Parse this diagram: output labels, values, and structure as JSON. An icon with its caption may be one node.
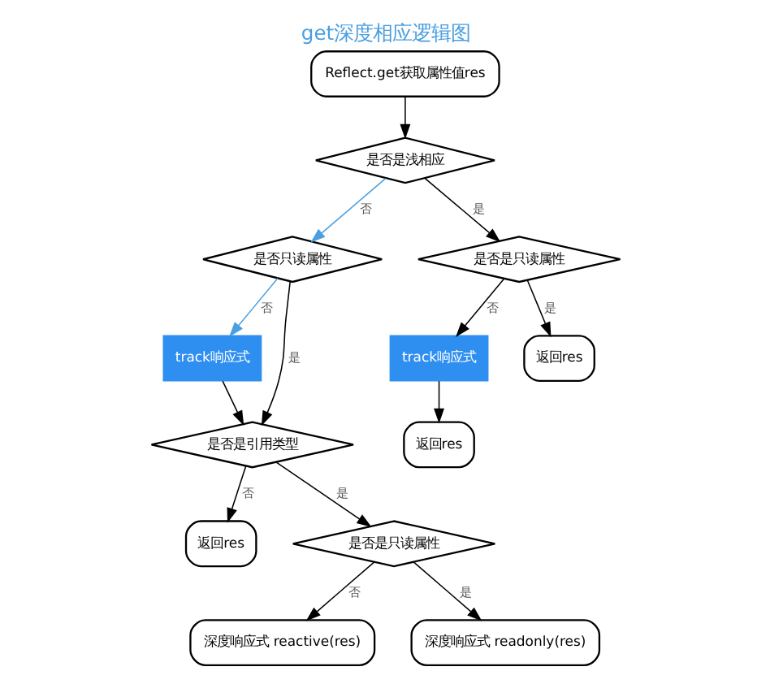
{
  "diagram": {
    "title": "get深度相应逻辑图",
    "nodes": [
      {
        "text": [
          "Reflect.get获取属性值res"
        ]
      },
      {
        "text": [
          "是否是浅相应"
        ]
      },
      {
        "text": [
          "是否只读属性"
        ]
      },
      {
        "text": [
          "是否是只读属性"
        ]
      },
      {
        "text": [
          "track响应式"
        ]
      },
      {
        "text": [
          "track响应式"
        ]
      },
      {
        "text": [
          "返回res"
        ]
      },
      {
        "text": [
          "返回res"
        ]
      },
      {
        "text": [
          "是否是引用类型"
        ]
      },
      {
        "text": [
          "返回res"
        ]
      },
      {
        "text": [
          "是否是只读属性"
        ]
      },
      {
        "text": [
          "深度响应式 reactive(res)"
        ]
      },
      {
        "text": [
          "深度响应式 readonly(res)"
        ]
      }
    ],
    "edges": [
      {
        "from": 0,
        "to": 1,
        "arrow": "to"
      },
      {
        "from": 1,
        "to": 2,
        "arrow": "to",
        "label": "否",
        "color": "#4a9fe0"
      },
      {
        "from": 1,
        "to": 3,
        "arrow": "to",
        "label": "是"
      },
      {
        "from": 3,
        "to": 4,
        "arrow": "to",
        "label": "否"
      },
      {
        "from": 4,
        "to": 6,
        "arrow": "to"
      },
      {
        "from": 3,
        "to": 7,
        "arrow": "to",
        "label": "是"
      },
      {
        "from": 2,
        "to": 5,
        "arrow": "to",
        "label": "否",
        "color": "#4a9fe0"
      },
      {
        "from": 2,
        "to": 8,
        "arrow": "to",
        "label": "是"
      },
      {
        "from": 5,
        "to": 8,
        "arrow": "to"
      },
      {
        "from": 8,
        "to": 9,
        "arrow": "to",
        "label": "否"
      },
      {
        "from": 8,
        "to": 10,
        "arrow": "to",
        "label": "是"
      },
      {
        "from": 10,
        "to": 11,
        "arrow": "to",
        "label": "否"
      },
      {
        "from": 10,
        "to": 12,
        "arrow": "to",
        "label": "是"
      }
    ]
  }
}
